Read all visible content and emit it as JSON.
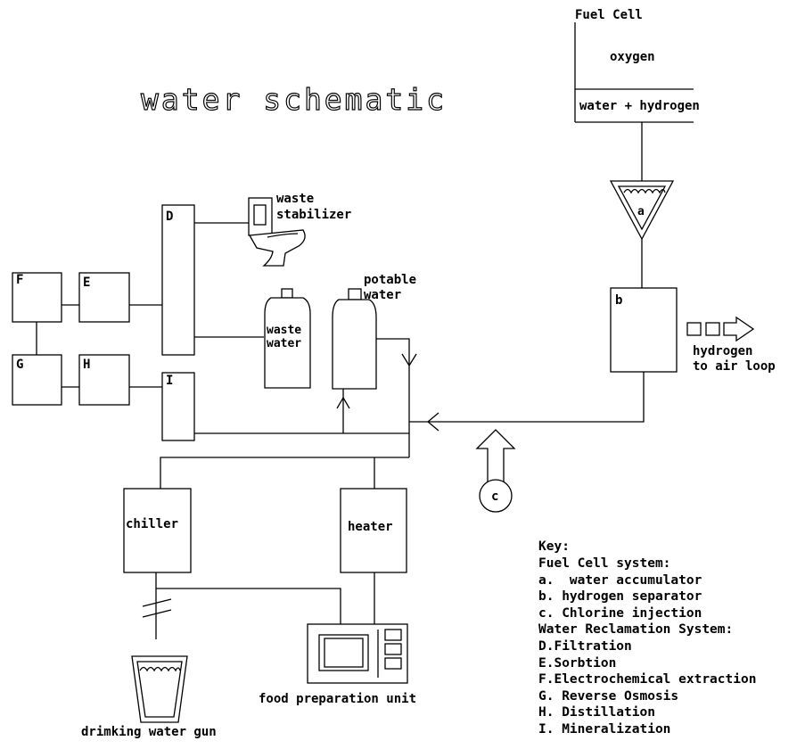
{
  "title": "water schematic",
  "fuel_cell": {
    "heading": "Fuel Cell",
    "top_label": "oxygen",
    "bottom_label": "water + hydrogen"
  },
  "components": {
    "a": "a",
    "b": "b",
    "c": "c",
    "D": "D",
    "E": "E",
    "F": "F",
    "G": "G",
    "H": "H",
    "I": "I",
    "chiller": "chiller",
    "heater": "heater"
  },
  "labels": {
    "waste_stabilizer_line1": "waste",
    "waste_stabilizer_line2": "stabilizer",
    "potable_line1": "potable",
    "potable_line2": "water",
    "waste_water_line1": "waste",
    "waste_water_line2": "water",
    "hydrogen_line1": "hydrogen",
    "hydrogen_line2": "to air loop",
    "food_prep": "food preparation unit",
    "drinking_gun": "drimking water gun"
  },
  "key": {
    "heading": "Key:",
    "lines": [
      "Fuel Cell system:",
      "a.  water accumulator",
      "b. hydrogen separator",
      "c. Chlorine injection",
      "Water Reclamation System:",
      "D.Filtration",
      "E.Sorbtion",
      "F.Electrochemical extraction",
      "G. Reverse Osmosis",
      "H. Distillation",
      "I. Mineralization"
    ]
  }
}
